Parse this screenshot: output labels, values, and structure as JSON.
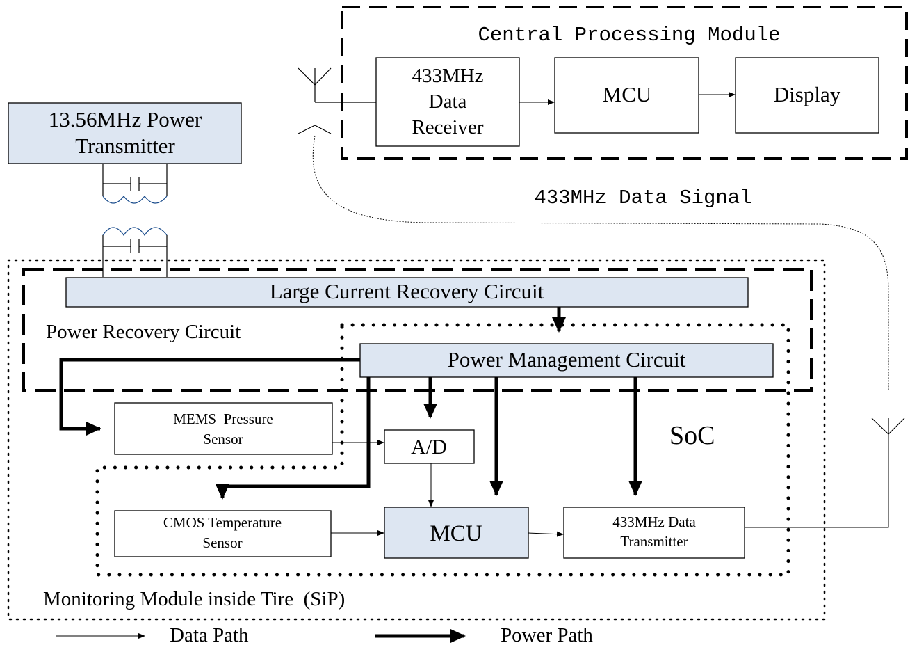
{
  "central_module": {
    "title": "Central Processing Module",
    "receiver_line1": "433MHz",
    "receiver_line2": "Data",
    "receiver_line3": "Receiver",
    "mcu": "MCU",
    "display": "Display"
  },
  "power_transmitter": {
    "line1": "13.56MHz Power",
    "line2": "Transmitter"
  },
  "signal_label": "433MHz Data Signal",
  "power_recovery": {
    "label": "Power Recovery Circuit",
    "large_current": "Large Current Recovery Circuit",
    "power_management": "Power Management Circuit"
  },
  "soc": {
    "label": "SoC",
    "mems_line1": "MEMS  Pressure",
    "mems_line2": "Sensor",
    "ad": "A/D",
    "cmos_line1": "CMOS Temperature",
    "cmos_line2": "Sensor",
    "mcu": "MCU",
    "tx_line1": "433MHz Data",
    "tx_line2": "Transmitter"
  },
  "sip_label": "Monitoring Module inside Tire  (SiP)",
  "legend": {
    "data_path": "Data Path",
    "power_path": "Power Path"
  },
  "colors": {
    "block_fill_highlight": "#dde6f2",
    "block_fill_plain": "#ffffff",
    "stroke": "#000000"
  }
}
